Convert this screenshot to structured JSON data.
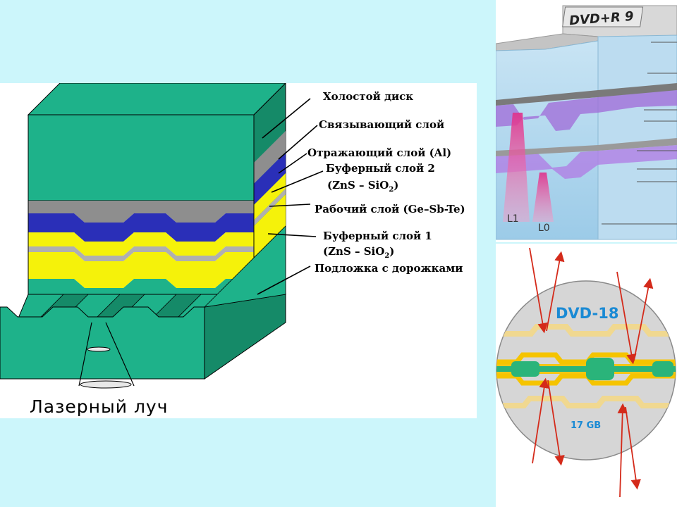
{
  "layers_diagram": {
    "labels": [
      "Холостой диск",
      "Связывающий слой",
      "Отражающий слой (Al)",
      "Буферный слой 2",
      "(ZnS – SiO",
      "Рабочий слой (Ge–Sb-Te)",
      "Буферный   слой 1",
      "(ZnS – SiO",
      "Подложка с дорожками"
    ],
    "subscript": "2",
    "close_paren": ")",
    "beam_label": "Лазерный луч",
    "colors": {
      "substrate": "#1eb28a",
      "substrate_dark": "#158a68",
      "gray_layer": "#8e8e8e",
      "blue_layer": "#2a2fb8",
      "yellow_layer": "#f5f20a",
      "thin_gray": "#a8a8a8"
    }
  },
  "dvd_r9": {
    "title": "DVD+R 9",
    "beam_labels": [
      "L1",
      "L0"
    ]
  },
  "dvd18": {
    "title": "DVD-18",
    "capacity": "17 GB",
    "colors": {
      "title": "#1a8ad4",
      "track": "#f5c400",
      "pit": "#2ab47a",
      "arrow": "#d42a1a"
    }
  }
}
